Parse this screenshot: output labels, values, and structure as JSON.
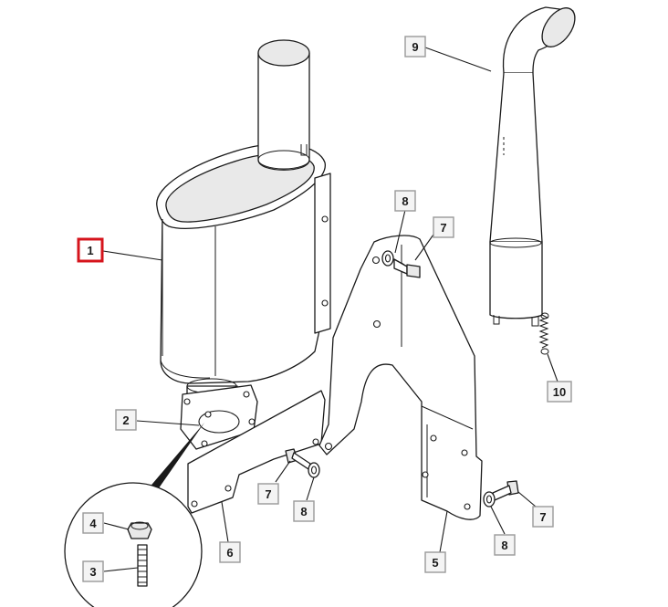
{
  "diagram": {
    "highlight_color": "#d6141c",
    "callouts": [
      {
        "id": "c1",
        "label": "1",
        "highlighted": true
      },
      {
        "id": "c2",
        "label": "2"
      },
      {
        "id": "c3",
        "label": "3"
      },
      {
        "id": "c4",
        "label": "4"
      },
      {
        "id": "c5",
        "label": "5"
      },
      {
        "id": "c6",
        "label": "6"
      },
      {
        "id": "c7a",
        "label": "7"
      },
      {
        "id": "c7b",
        "label": "7"
      },
      {
        "id": "c7c",
        "label": "7"
      },
      {
        "id": "c8a",
        "label": "8"
      },
      {
        "id": "c8b",
        "label": "8"
      },
      {
        "id": "c8c",
        "label": "8"
      },
      {
        "id": "c9",
        "label": "9"
      },
      {
        "id": "c10",
        "label": "10"
      }
    ]
  }
}
